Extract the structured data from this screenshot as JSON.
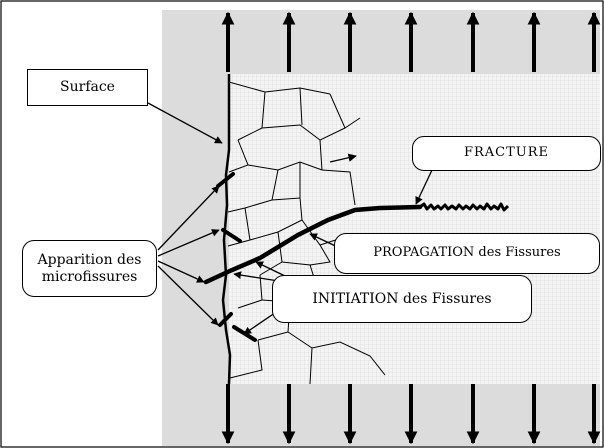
{
  "labels": {
    "surface": "Surface",
    "fracture": "FRACTURE",
    "propagation": "PROPAGATION des Fissures",
    "apparition": "Apparition des\nmicrofissures",
    "initiation": "INITIATION des Fissures"
  },
  "icons": {
    "load_arrow": "arrow-icon"
  },
  "colors": {
    "background_grey": "#dcdcdc",
    "material_fill": "#f1f1f1",
    "ink": "#000000"
  }
}
